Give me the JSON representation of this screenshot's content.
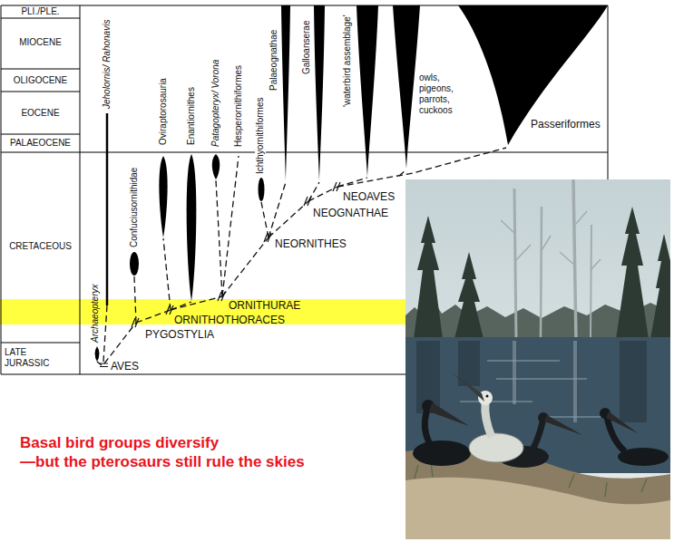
{
  "diagram": {
    "caption": "Basal bird groups diversify —but the pterosaurs still rule the skies",
    "labels": [
      "PLI./PLE.",
      "MIOCENE",
      "OLIGOCENE",
      "EOCENE",
      "PALAEOCENE",
      "CRETACEOUS",
      "LATE JURASSIC",
      "Archaeopteryx",
      "Jeholornis/ Rahonavis",
      "Confuciusornithidae",
      "Oviraptorosauria",
      "Enantiornithes",
      "Patagopteryx/ Vorona",
      "Hesperornithiformes",
      "Ichthyornithiformes",
      "Palaeognathae",
      "Galloanserae",
      "'waterbird assemblage'",
      "owls, pigeons, parrots, cuckoos",
      "Passeriformes",
      "AVES",
      "PYGOSTYLIA",
      "ORNITHOTHORACES",
      "ORNITHURAE",
      "NEORNITHES",
      "NEOGNATHAE",
      "NEOAVES"
    ]
  }
}
